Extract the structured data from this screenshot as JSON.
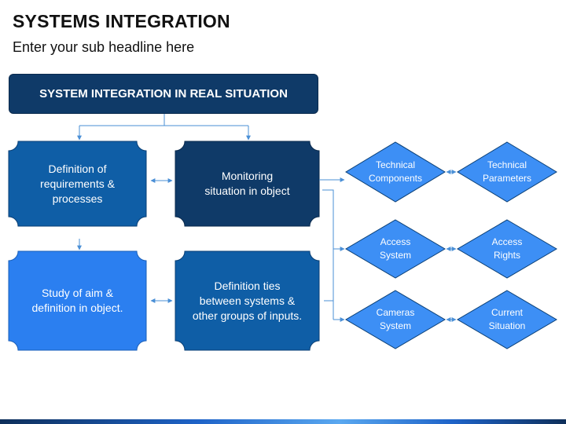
{
  "title": "SYSTEMS INTEGRATION",
  "subtitle": "Enter your sub headline here",
  "header": "SYSTEM INTEGRATION IN REAL SITUATION",
  "boxes": {
    "requirements": "Definition of\nrequirements &\nprocesses",
    "monitoring": "Monitoring\nsituation in object",
    "study": "Study of aim &\ndefinition in object.",
    "ties": "Definition ties\nbetween systems &\nother groups of inputs."
  },
  "diamonds": {
    "technical_components": "Technical\nComponents",
    "technical_parameters": "Technical\nParameters",
    "access_system": "Access\nSystem",
    "access_rights": "Access\nRights",
    "cameras_system": "Cameras\nSystem",
    "current_situation": "Current\nSituation"
  },
  "colors": {
    "dark_navy": "#0f3a68",
    "medium_blue": "#0f5ea6",
    "bright_blue": "#2b7ff0",
    "diamond_blue": "#3d8ff5",
    "connector": "#4a8fd6"
  }
}
